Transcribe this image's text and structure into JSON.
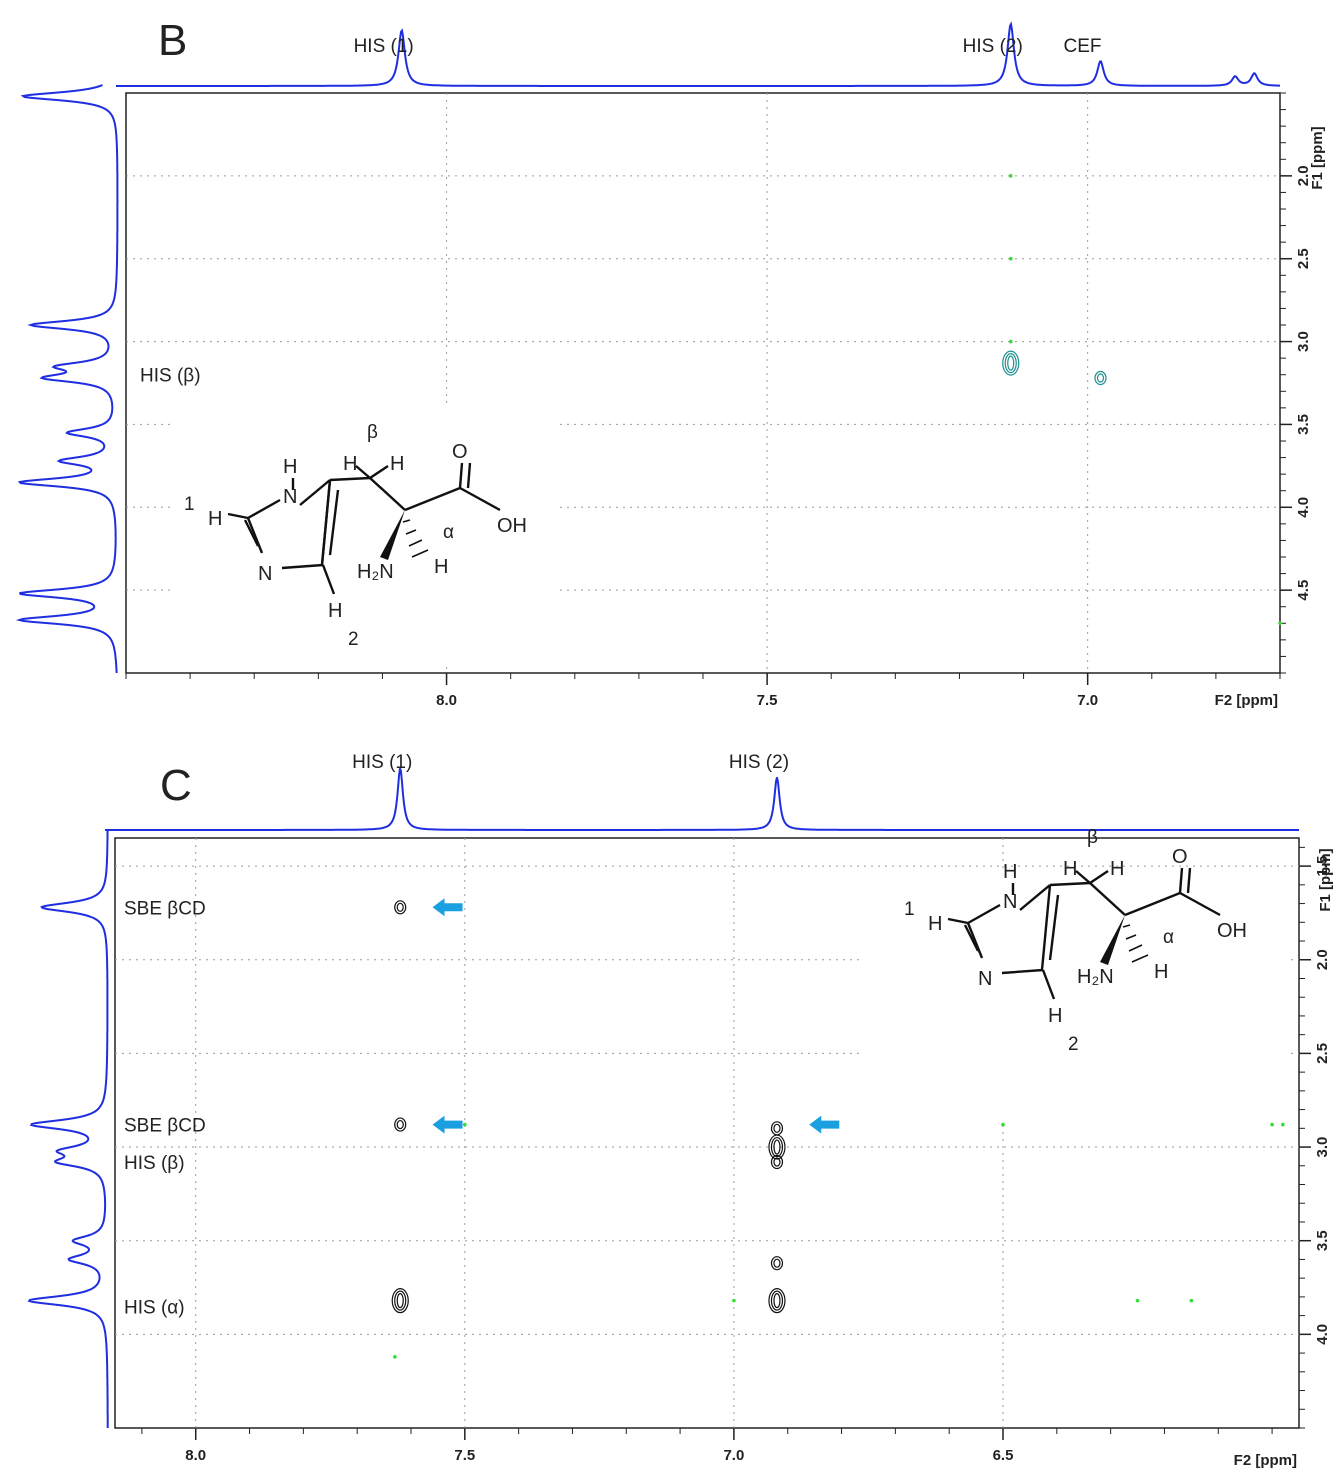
{
  "chart_data": [
    {
      "type": "2d-nmr-contour",
      "panel_label": "B",
      "xlabel": "F2 [ppm]",
      "ylabel": "F1 [ppm]",
      "xlim": [
        8.5,
        6.7
      ],
      "ylim": [
        1.5,
        5.0
      ],
      "x_ticks": [
        "8.0",
        "7.5",
        "7.0"
      ],
      "y_ticks": [
        "2.0",
        "2.5",
        "3.0",
        "3.5",
        "4.0",
        "4.5"
      ],
      "grid": true,
      "top_peak_labels": [
        {
          "text": "HIS (1)",
          "ppm": 8.07
        },
        {
          "text": "HIS (2)",
          "ppm": 7.12
        },
        {
          "text": "CEF",
          "ppm": 6.98
        }
      ],
      "left_peak_labels": [
        {
          "text": "HIS (β)",
          "ppm": 3.2
        }
      ],
      "top_trace": [
        [
          8.07,
          0.9
        ],
        [
          7.12,
          1.0
        ],
        [
          6.98,
          0.4
        ],
        [
          6.77,
          0.15
        ],
        [
          6.74,
          0.2
        ]
      ],
      "left_trace": [
        [
          1.52,
          1.0
        ],
        [
          2.9,
          0.9
        ],
        [
          3.15,
          0.55
        ],
        [
          3.22,
          0.7
        ],
        [
          3.55,
          0.5
        ],
        [
          3.72,
          0.55
        ],
        [
          3.85,
          1.0
        ],
        [
          4.52,
          1.0
        ],
        [
          4.68,
          1.0
        ]
      ],
      "cross_peaks": [
        {
          "x": 7.12,
          "y": 3.13,
          "size": 2,
          "color": "#1f8f8f"
        },
        {
          "x": 6.98,
          "y": 3.22,
          "size": 1,
          "color": "#1f8f8f"
        }
      ],
      "noise_points": [
        {
          "x": 7.12,
          "y": 2.0
        },
        {
          "x": 7.12,
          "y": 2.5
        },
        {
          "x": 7.12,
          "y": 3.0
        },
        {
          "x": 6.7,
          "y": 4.7
        }
      ],
      "structure": {
        "beta": "β",
        "alpha": "α",
        "pos1": "1",
        "pos2": "2",
        "H": "H",
        "N": "N",
        "O": "O",
        "OH": "OH",
        "H2N": "H₂N"
      }
    },
    {
      "type": "2d-nmr-contour",
      "panel_label": "C",
      "xlabel": "F2 [ppm]",
      "ylabel": "F1 [ppm]",
      "xlim": [
        8.15,
        5.95
      ],
      "ylim": [
        1.35,
        4.5
      ],
      "x_ticks": [
        "8.0",
        "7.5",
        "7.0",
        "6.5"
      ],
      "y_ticks": [
        "1.5",
        "2.0",
        "2.5",
        "3.0",
        "3.5",
        "4.0"
      ],
      "grid": true,
      "top_peak_labels": [
        {
          "text": "HIS (1)",
          "ppm": 7.62
        },
        {
          "text": "HIS (2)",
          "ppm": 6.92
        }
      ],
      "left_peak_labels": [
        {
          "text": "SBE βCD",
          "ppm": 1.72
        },
        {
          "text": "SBE βCD",
          "ppm": 2.88
        },
        {
          "text": "HIS (β)",
          "ppm": 3.08
        },
        {
          "text": "HIS (α)",
          "ppm": 3.85
        }
      ],
      "top_trace": [
        [
          7.62,
          1.0
        ],
        [
          6.92,
          0.85
        ]
      ],
      "left_trace": [
        [
          1.72,
          0.85
        ],
        [
          2.88,
          0.95
        ],
        [
          3.02,
          0.5
        ],
        [
          3.08,
          0.55
        ],
        [
          3.5,
          0.4
        ],
        [
          3.6,
          0.45
        ],
        [
          3.82,
          1.0
        ]
      ],
      "cross_peaks": [
        {
          "x": 7.62,
          "y": 1.72,
          "size": 1,
          "color": "#111111"
        },
        {
          "x": 7.62,
          "y": 2.88,
          "size": 1,
          "color": "#111111"
        },
        {
          "x": 6.92,
          "y": 2.9,
          "size": 1,
          "color": "#111111"
        },
        {
          "x": 6.92,
          "y": 3.0,
          "size": 2,
          "color": "#111111"
        },
        {
          "x": 6.92,
          "y": 3.08,
          "size": 1,
          "color": "#111111"
        },
        {
          "x": 6.92,
          "y": 3.62,
          "size": 1,
          "color": "#111111"
        },
        {
          "x": 6.92,
          "y": 3.82,
          "size": 2,
          "color": "#111111"
        },
        {
          "x": 7.62,
          "y": 3.82,
          "size": 2,
          "color": "#111111"
        }
      ],
      "arrows": [
        {
          "x": 7.56,
          "y": 1.72
        },
        {
          "x": 7.56,
          "y": 2.88
        },
        {
          "x": 6.86,
          "y": 2.88
        }
      ],
      "noise_points": [
        {
          "x": 7.5,
          "y": 2.88
        },
        {
          "x": 6.5,
          "y": 2.88
        },
        {
          "x": 6.0,
          "y": 2.88
        },
        {
          "x": 5.98,
          "y": 2.88
        },
        {
          "x": 6.25,
          "y": 3.82
        },
        {
          "x": 6.15,
          "y": 3.82
        },
        {
          "x": 7.0,
          "y": 3.82
        },
        {
          "x": 7.63,
          "y": 4.12
        }
      ],
      "structure": {
        "beta": "β",
        "alpha": "α",
        "pos1": "1",
        "pos2": "2",
        "H": "H",
        "N": "N",
        "O": "O",
        "OH": "OH",
        "H2N": "H₂N"
      }
    }
  ]
}
